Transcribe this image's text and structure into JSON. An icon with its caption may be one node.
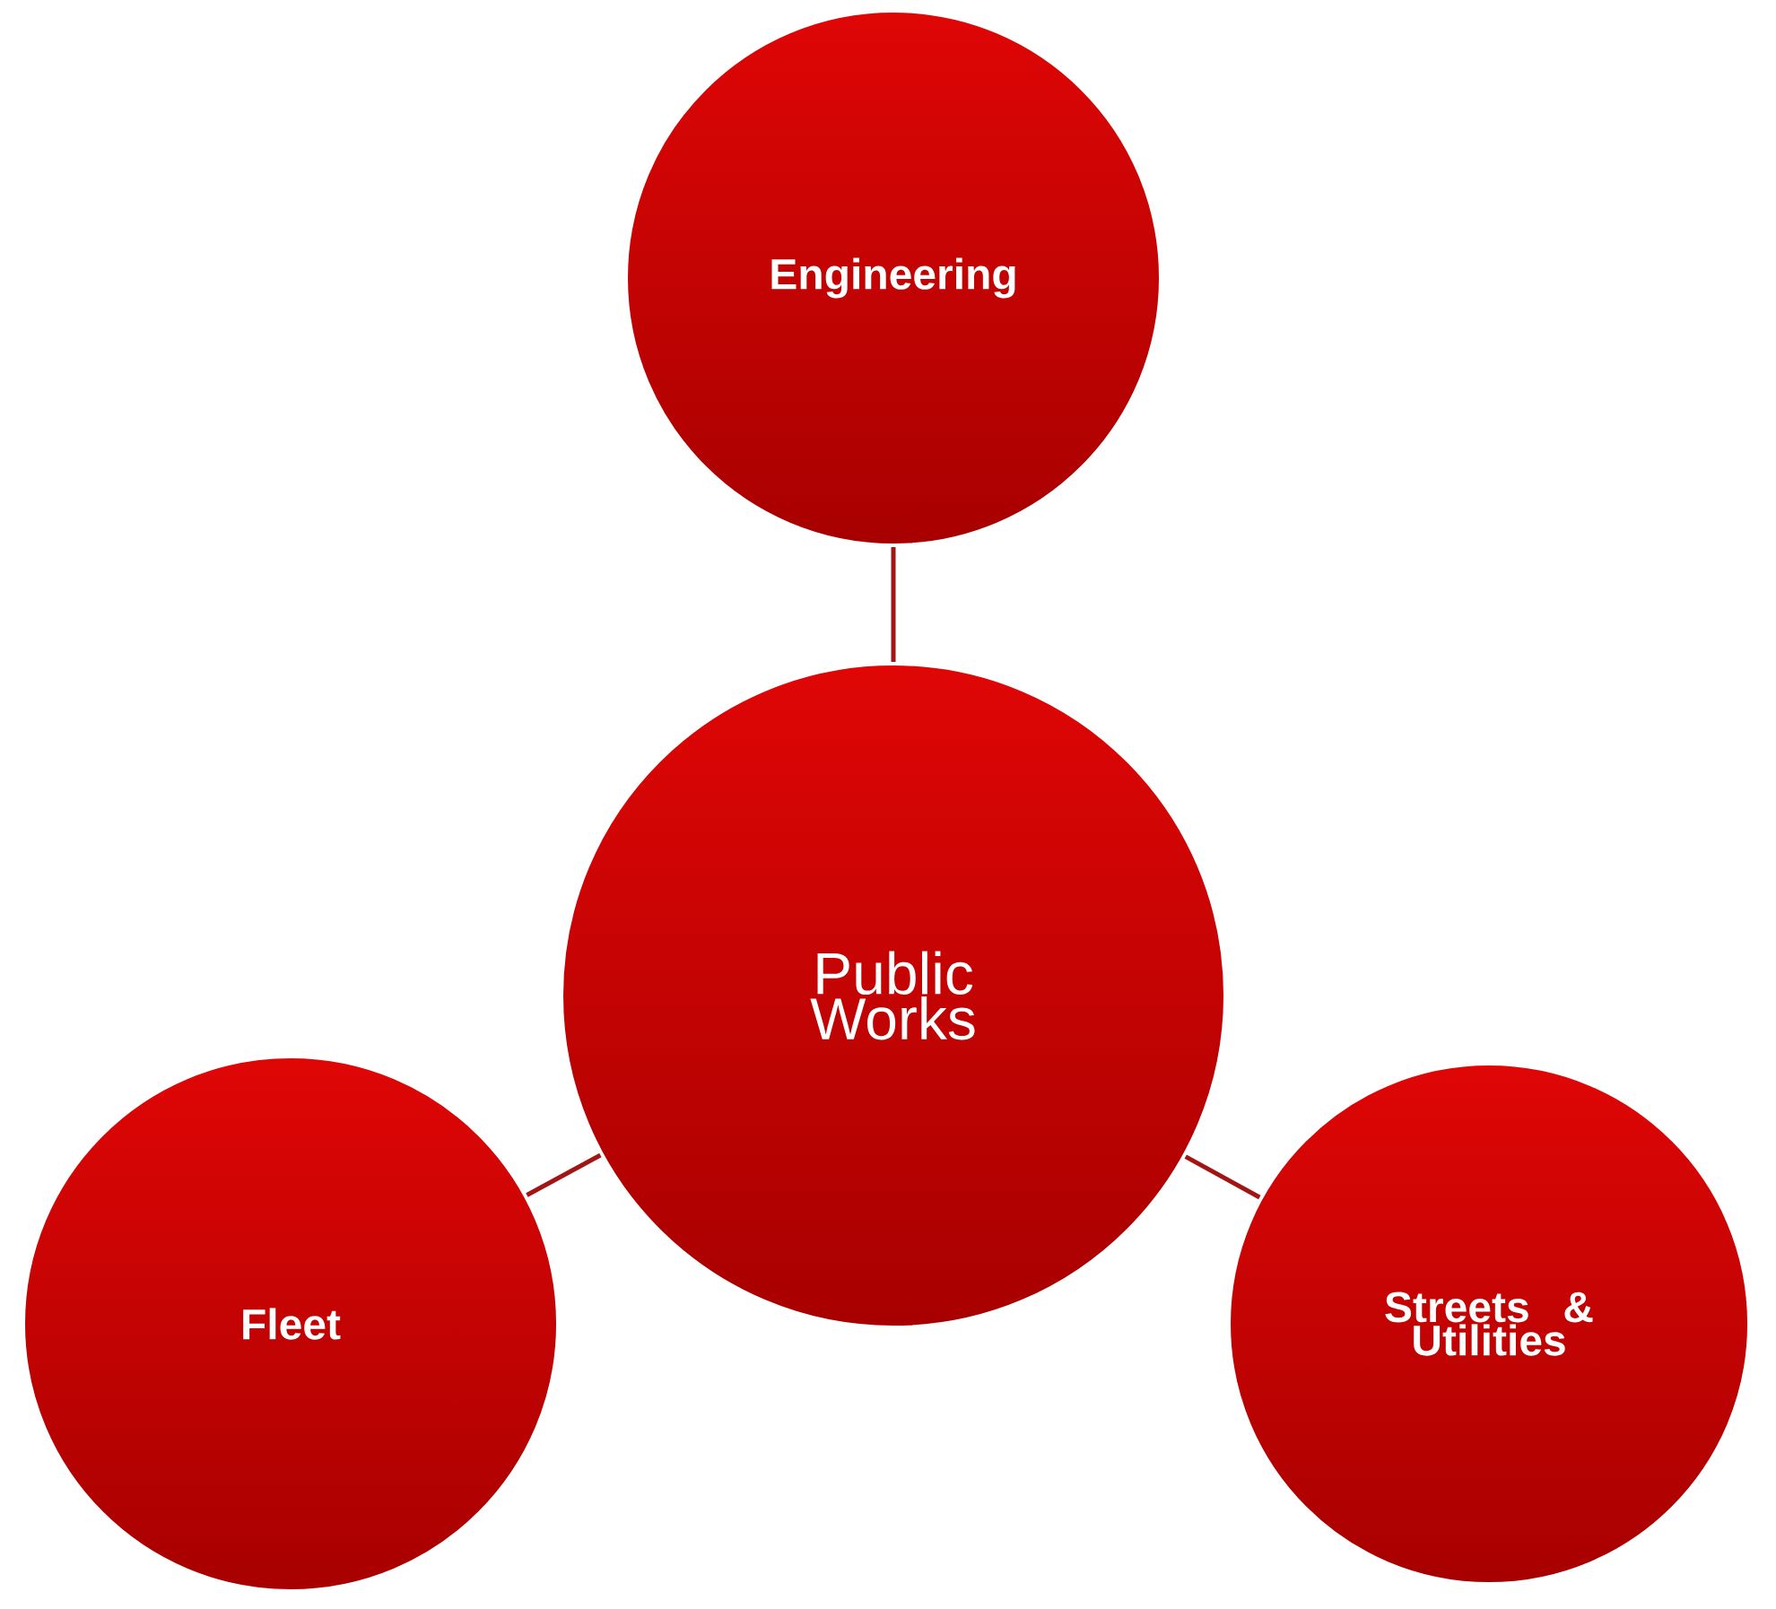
{
  "diagram": {
    "nodes": [
      {
        "text": [
          "Engineering"
        ]
      },
      {
        "text": [
          "Public Works"
        ]
      },
      {
        "text": [
          "Fleet"
        ]
      },
      {
        "text": [
          "Streets & Utilities"
        ]
      }
    ],
    "edges": [
      {
        "from": 1,
        "to": 0,
        "arrow": "none"
      },
      {
        "from": 1,
        "to": 2,
        "arrow": "none"
      },
      {
        "from": 1,
        "to": 3,
        "arrow": "none"
      }
    ]
  }
}
